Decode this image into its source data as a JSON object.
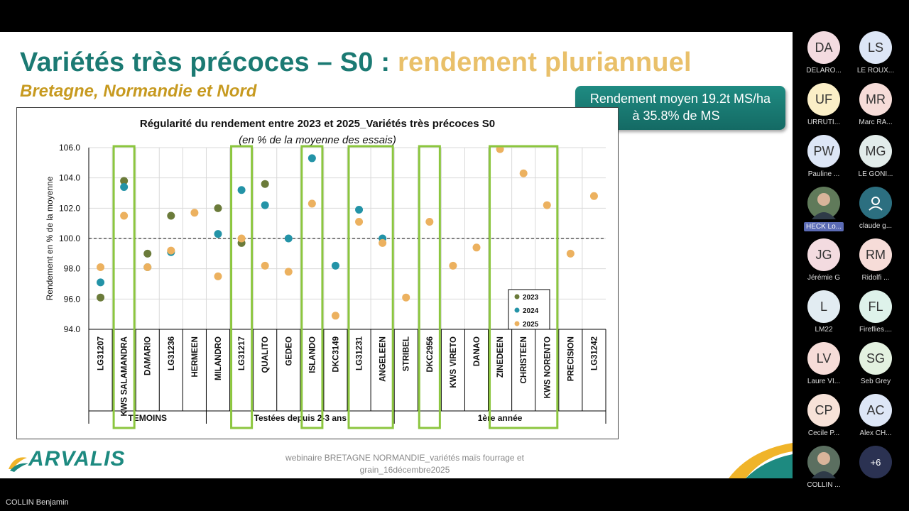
{
  "slide": {
    "title_part1": "Variétés très précoces – S0 : ",
    "title_part2": "rendement pluriannuel",
    "subtitle": "Bretagne, Normandie et Nord",
    "callout_line1": "Rendement moyen 19.2t MS/ha",
    "callout_line2": "à 35.8% de MS",
    "logo_text": "ARVALIS",
    "footer_line1": "webinaire BRETAGNE NORMANDIE_variétés maïs fourrage et",
    "footer_line2": "grain_16décembre2025",
    "colors": {
      "title_teal": "#1b7a73",
      "title_gold": "#e9c06a",
      "subtitle_gold": "#c79a20",
      "highlight_green": "#8cc63f"
    }
  },
  "chart_data": {
    "type": "scatter",
    "title": "Régularité du rendement entre 2023 et 2025_Variétés très précoces S0",
    "subtitle": "(en % de la moyenne des essais)",
    "ylabel": "Rendement en % de la moyenne",
    "ylim": [
      94,
      106
    ],
    "yticks": [
      "94.0",
      "96.0",
      "98.0",
      "100.0",
      "102.0",
      "104.0",
      "106.0"
    ],
    "reference_line": 100,
    "grid": true,
    "legend_position": "bottom-right",
    "categories": [
      "LG31207",
      "KWS SALAMANDRA",
      "DAMARIO",
      "LG31236",
      "HERMEEN",
      "MILANDRO",
      "LG31217",
      "QUALITO",
      "GEDEO",
      "ISLANDO",
      "DKC3149",
      "LG31231",
      "ANGELEEN",
      "STRIBEL",
      "DKC2956",
      "KWS VIRETO",
      "DANAO",
      "ZINEDEEN",
      "CHRISTEEN",
      "KWS NORENTO",
      "PRECISION",
      "LG31242"
    ],
    "groups": [
      {
        "label": "TEMOINS",
        "start": 0,
        "end": 4
      },
      {
        "label": "Testées depuis 2-3 ans",
        "start": 5,
        "end": 12
      },
      {
        "label": "1ère année",
        "start": 13,
        "end": 21
      }
    ],
    "series": [
      {
        "name": "2023",
        "color": "#6b7b3a",
        "values": [
          96.1,
          103.8,
          99.0,
          101.5,
          null,
          102.0,
          99.7,
          103.6,
          null,
          null,
          null,
          null,
          null,
          null,
          null,
          null,
          null,
          null,
          null,
          null,
          null,
          null
        ]
      },
      {
        "name": "2024",
        "color": "#2393a7",
        "values": [
          97.1,
          103.4,
          98.1,
          99.1,
          null,
          100.3,
          103.2,
          102.2,
          100.0,
          105.3,
          98.2,
          101.9,
          100.0,
          null,
          null,
          null,
          null,
          null,
          null,
          null,
          null,
          null
        ]
      },
      {
        "name": "2025",
        "color": "#ecb15f",
        "values": [
          98.1,
          101.5,
          98.1,
          99.2,
          101.7,
          97.5,
          100.0,
          98.2,
          97.8,
          102.3,
          94.9,
          101.1,
          99.7,
          96.1,
          101.1,
          98.2,
          99.4,
          105.9,
          104.3,
          102.2,
          99.0,
          102.8
        ]
      }
    ],
    "highlighted": [
      "KWS SALAMANDRA",
      "LG31217",
      "ISLANDO",
      "LG31231",
      "ANGELEEN",
      "DKC2956",
      "ZINEDEEN",
      "CHRISTEEN",
      "KWS NORENTO"
    ]
  },
  "meeting": {
    "speaker_name": "COLLIN Benjamin",
    "more_count": "+6",
    "participants": [
      {
        "initials": "DA",
        "name": "DELARO...",
        "bg": "#f3dbe0"
      },
      {
        "initials": "LS",
        "name": "LE ROUX...",
        "bg": "#dde6f6"
      },
      {
        "initials": "UF",
        "name": "URRUTI...",
        "bg": "#fbefc7"
      },
      {
        "initials": "MR",
        "name": "Marc RA...",
        "bg": "#f6dcd8"
      },
      {
        "initials": "PW",
        "name": "Pauline ...",
        "bg": "#dde6f6"
      },
      {
        "initials": "MG",
        "name": "LE GONI...",
        "bg": "#e2ecea"
      },
      {
        "initials": "",
        "name": "HECK Lo...",
        "bg": "#607a5a"
      },
      {
        "initials": "",
        "name": "claude g...",
        "bg": "#2c6f80"
      },
      {
        "initials": "JG",
        "name": "Jérémie G",
        "bg": "#f3dbe0"
      },
      {
        "initials": "RM",
        "name": "Ridolfi ...",
        "bg": "#f6dcd8"
      },
      {
        "initials": "L",
        "name": "LM22",
        "bg": "#e2ecf2"
      },
      {
        "initials": "FL",
        "name": "Fireflies....",
        "bg": "#def2ea"
      },
      {
        "initials": "LV",
        "name": "Laure VI...",
        "bg": "#f6dcd8"
      },
      {
        "initials": "SG",
        "name": "Seb Grey",
        "bg": "#e3f1e0"
      },
      {
        "initials": "CP",
        "name": "Cecile P...",
        "bg": "#f7e2d8"
      },
      {
        "initials": "AC",
        "name": "Alex CH...",
        "bg": "#dde6f6"
      },
      {
        "initials": "",
        "name": "COLLIN ...",
        "bg": "#5b6f60"
      }
    ]
  }
}
